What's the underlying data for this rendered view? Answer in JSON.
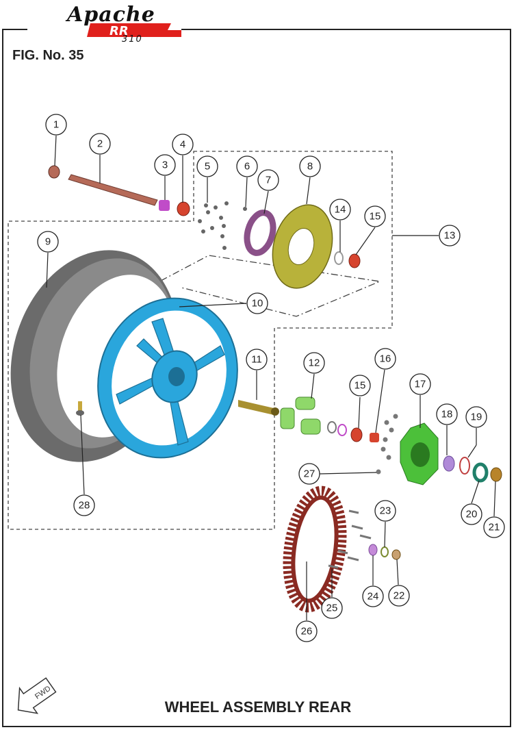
{
  "header": {
    "brand": "Apache",
    "model_mark": "RR",
    "model_number": "310",
    "figure_label": "FIG. No. 35"
  },
  "footer": {
    "title": "WHEEL ASSEMBLY REAR",
    "fwd_arrow": "FWD"
  },
  "callouts": [
    "1",
    "2",
    "3",
    "4",
    "5",
    "6",
    "7",
    "8",
    "9",
    "10",
    "11",
    "12",
    "13",
    "14",
    "15",
    "15",
    "16",
    "17",
    "18",
    "19",
    "20",
    "21",
    "22",
    "23",
    "24",
    "25",
    "26",
    "27",
    "28"
  ],
  "colors": {
    "wheel": "#2aa6dc",
    "tyre": "#6b6b6b",
    "brake_disc": "#b8b23a",
    "sprocket": "#8a2a22",
    "hub_flange": "#4cc03a",
    "damper": "#8fd86a",
    "bearing_red": "#d6442e",
    "spacer_magenta": "#c04cc8",
    "axle": "#b56a58",
    "collar": "#a89030",
    "logo_red": "#e0201c"
  }
}
